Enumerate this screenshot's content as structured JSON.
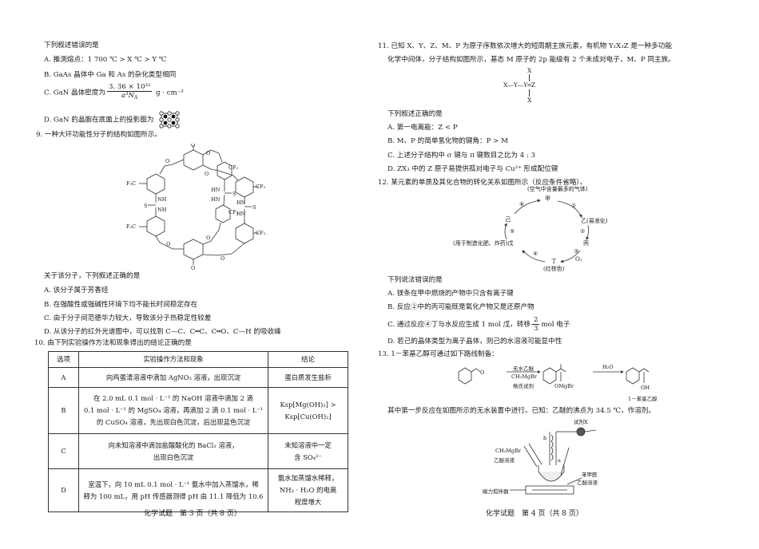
{
  "left_page": {
    "q8_tail": {
      "stem": "下列叙述错误的是",
      "options": {
        "A": "A. 推测熔点：1 700 ℃ > X ℃ > Y ℃",
        "B": "B. GaAs 晶体中 Ga 和 As 的杂化类型相同",
        "C_prefix": "C. GaN 晶体密度为",
        "C_num": "3. 36 × 10³²",
        "C_den": "a³N",
        "C_den_sub": "A",
        "C_suffix": "g · cm⁻³",
        "D": "D. GaN 的晶胞在底面上的投影图为"
      }
    },
    "q9": {
      "stem": "9. 一种大环功能性分子的结构如图所示。",
      "figure_labels": [
        "F₃C",
        "F₃C",
        "CF₃",
        "CF₃",
        "CF₃",
        "CF₃",
        "NH",
        "NH",
        "HN",
        "HN",
        "HN",
        "HN",
        "S",
        "S",
        "S",
        "O"
      ],
      "question": "关于该分子，下列叙述正确的是",
      "options": {
        "A": "A. 该分子属于芳香烃",
        "B": "B. 在强酸性或强碱性环境下均不能长时间稳定存在",
        "C": "C. 由于分子间范德华力较大，导致该分子热稳定性较差",
        "D": "D. 从该分子的红外光谱图中，可以找到 C—C、C═C、C═O、C—H 的吸收峰"
      }
    },
    "q10": {
      "stem": "10. 由下列实验操作方法和现象得出的结论正确的是",
      "table": {
        "headers": [
          "选项",
          "实验操作方法和现象",
          "结论"
        ],
        "rows": [
          {
            "option": "A",
            "procedure": [
              "向鸡蛋清溶液中滴加 AgNO₃ 溶液，出现沉淀"
            ],
            "conclusion": [
              "蛋白质发生盐析"
            ]
          },
          {
            "option": "B",
            "procedure": [
              "在 2.0 mL 0.1 mol · L⁻¹ 的 NaOH 溶液中滴加 2 滴",
              "0.1 mol · L⁻¹ 的 MgSO₄ 溶液，再滴加 2 滴 0.1 mol · L⁻¹",
              "的 CuSO₄ 溶液，先出现白色沉淀，后出现蓝色沉淀"
            ],
            "conclusion": [
              "Ksp[Mg(OH)₂] >",
              "Ksp[Cu(OH)₂]"
            ]
          },
          {
            "option": "C",
            "procedure": [
              "向未知溶液中滴加盐酸酸化的 BaCl₂ 溶液，",
              "出现白色沉淀"
            ],
            "conclusion": [
              "未知溶液中一定",
              "含 SO₄²⁻"
            ]
          },
          {
            "option": "D",
            "procedure": [
              "室温下，向 10 mL 0.1 mol · L⁻¹ 氨水中加入蒸馏水，稀",
              "释为 100 mL，用 pH 传感器测得 pH 由 11.1 降低为 10.6"
            ],
            "conclusion": [
              "氨水加蒸馏水稀释，",
              "NH₃ · H₂O 的电离",
              "程度增大"
            ]
          }
        ]
      }
    },
    "footer": "化学试题　第 3 页（共 8 页）"
  },
  "right_page": {
    "q11": {
      "stem_line1": "11. 已知 X、Y、Z、M、P 为原子序数依次增大的短周期主族元素，有机物 Y₂X₃Z 是一种多功能",
      "stem_line2": "化学中间体，分子结构如图所示，基态 M 原子的 2p 能级有 2 个未成对电子，M、P 同主族。",
      "structure": {
        "top": "X",
        "left": "X—Y—Y═Z",
        "bottom": "X"
      },
      "question": "下列叙述正确的是",
      "options": {
        "A": "A. 第一电离能：Z < P",
        "B": "B. M、P 的简单氢化物的键角：P > M",
        "C": "C. 上述分子结构中 σ 键与 π 键数目之比为 4 : 3",
        "D": "D. ZX₃ 中的 Z 原子易提供孤对电子与 Cu²⁺ 形成配位键"
      }
    },
    "q12": {
      "stem": "12. 某元素的单质及其化合物的转化关系如图所示（反应条件省略）。",
      "cycle": {
        "note_top": "(空气中含量最多的气体)",
        "jia": "甲",
        "yi": "乙(易液化)",
        "bing": "丙",
        "ding": "丁",
        "ding_note": "(红棕色)",
        "wu": "(用于制造化肥、炸药)戊",
        "ji": "己",
        "o2": "O₂",
        "steps": [
          "①",
          "②",
          "③",
          "④",
          "⑤",
          "⑥"
        ]
      },
      "question": "下列说法错误的是",
      "options": {
        "A": "A. 镁条在甲中燃烧的产物中只含有离子键",
        "B": "B. 反应②中的丙可能既是氧化产物又是还原产物",
        "C_prefix": "C. 通过反应④丁与水反应生成 1 mol 戊，转移",
        "C_num": "2",
        "C_den": "3",
        "C_suffix": "mol 电子",
        "D": "D. 若己的晶体类型为离子晶体，则己的水溶液可能显中性"
      }
    },
    "q13": {
      "stem": "13. 1－苯基乙醇可通过如下路线制备：",
      "route": {
        "reagent_top": "无水乙醚",
        "reagent_mid": "CH₃MgBr",
        "reagent_bottom": "格氏试剂",
        "intermediate_group": "OMgBr",
        "step2_reagent": "H₂O",
        "product_group": "OH",
        "product_name": "1－苯基乙醇",
        "aldehyde_o": "O"
      },
      "note": "其中第一步反应在如图所示的无水装置中进行。已知：乙醚的沸点为 34.5 ℃，作溶剂。",
      "apparatus": {
        "reagent_x": "试剂X",
        "b": "b",
        "a": "a",
        "funnel_label_1": "CH₃MgBr",
        "funnel_label_2": "乙醚溶液",
        "flask_label_1": "苯甲醛",
        "flask_label_2": "乙醚溶液",
        "stirrer": "磁力搅拌器"
      }
    },
    "footer": "化学试题　第 4 页（共 8 页）"
  }
}
